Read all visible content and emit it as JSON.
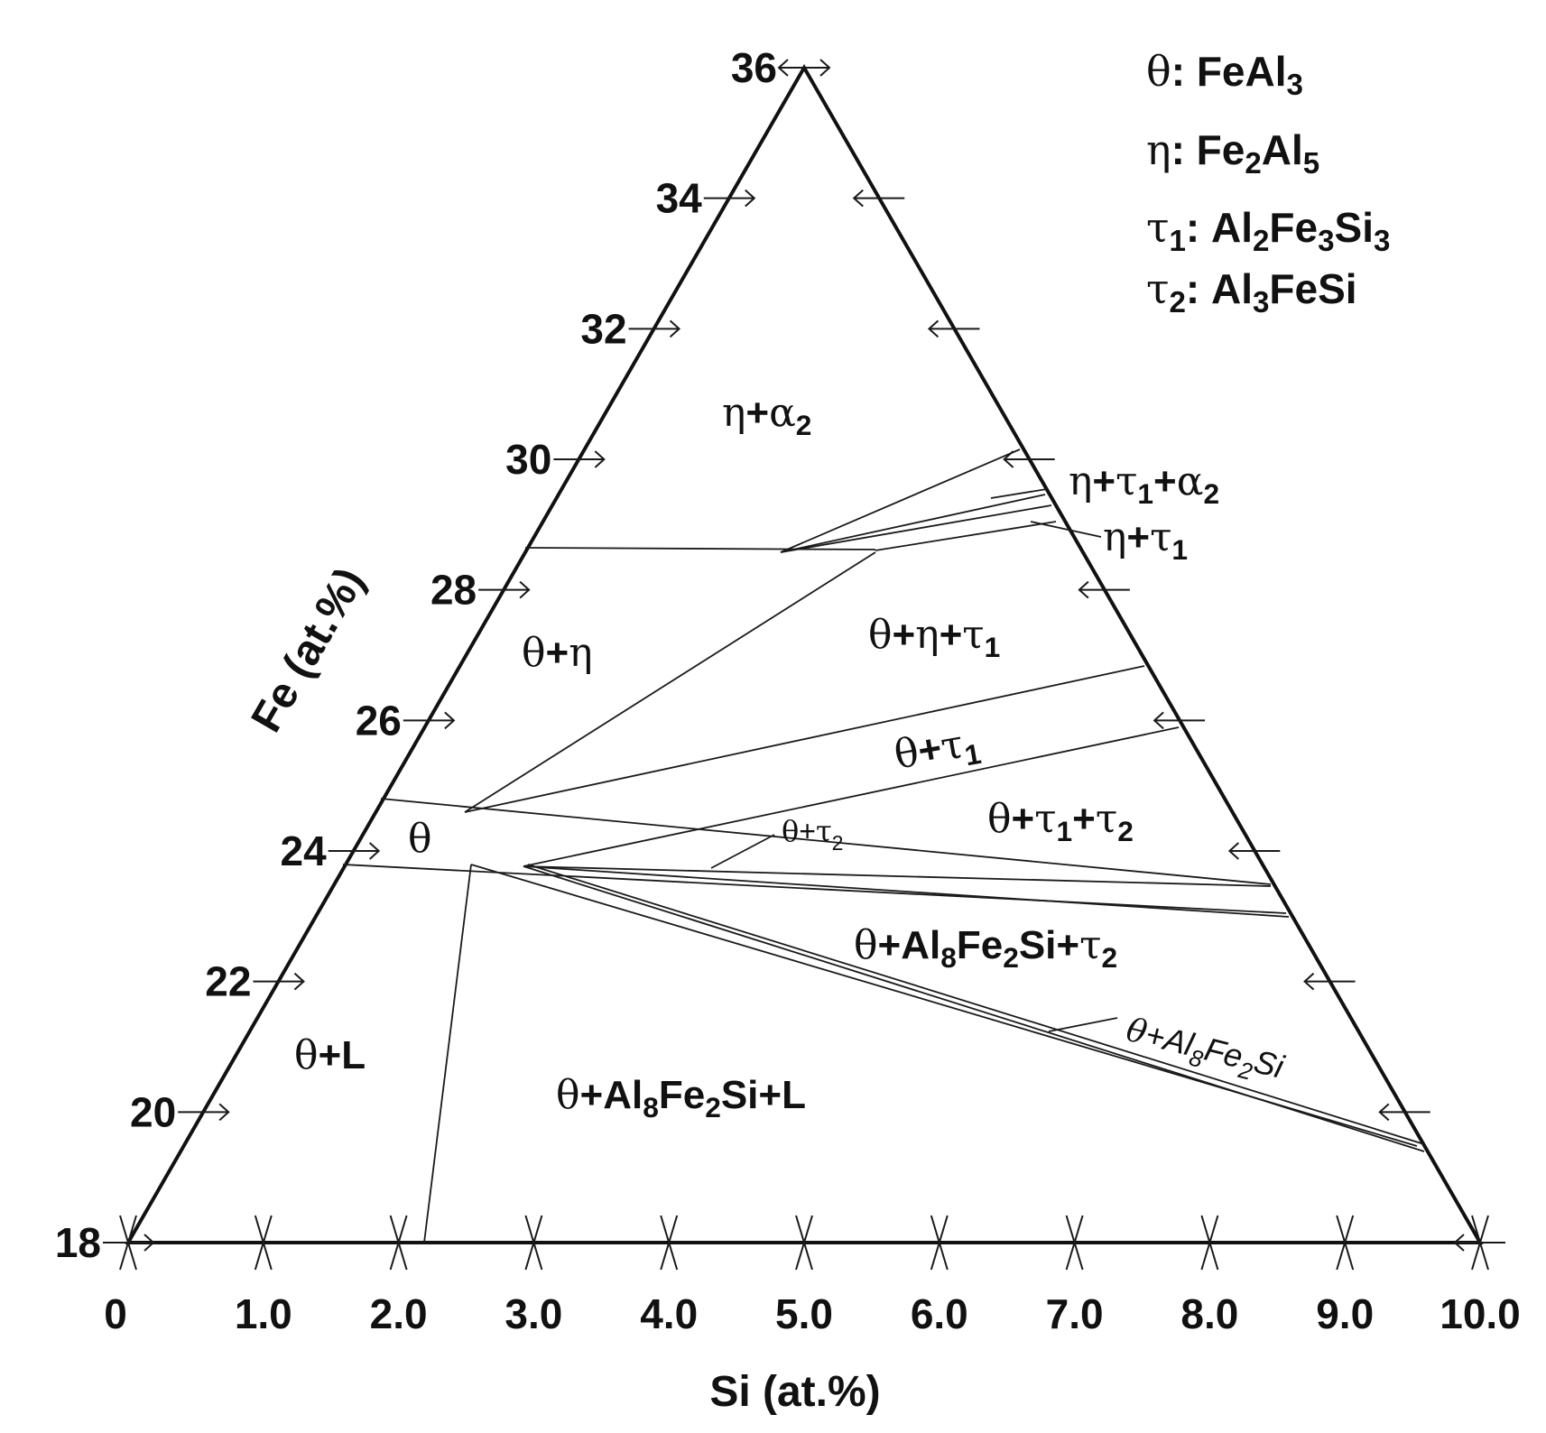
{
  "diagram": {
    "axes": {
      "bottom": {
        "title": "Si (at.%)",
        "ticks": [
          "0",
          "1.0",
          "2.0",
          "3.0",
          "4.0",
          "5.0",
          "6.0",
          "7.0",
          "8.0",
          "9.0",
          "10.0"
        ]
      },
      "left": {
        "title": "Fe (at.%)",
        "ticks": [
          "18",
          "20",
          "22",
          "24",
          "26",
          "28",
          "30",
          "32",
          "34",
          "36"
        ]
      }
    },
    "legend": [
      {
        "symbol": "θ",
        "sep": ": ",
        "parts": [
          [
            "FeAl",
            ""
          ],
          [
            "3",
            "sub"
          ]
        ]
      },
      {
        "symbol": "η",
        "sep": ": ",
        "parts": [
          [
            "Fe",
            ""
          ],
          [
            "2",
            "sub"
          ],
          [
            "Al",
            ""
          ],
          [
            "5",
            "sub"
          ]
        ]
      },
      {
        "symbol": "τ",
        "symsub": "1",
        "sep": ": ",
        "parts": [
          [
            "Al",
            ""
          ],
          [
            "2",
            "sub"
          ],
          [
            "Fe",
            ""
          ],
          [
            "3",
            "sub"
          ],
          [
            "Si",
            ""
          ],
          [
            "3",
            "sub"
          ]
        ]
      },
      {
        "symbol": "τ",
        "symsub": "2",
        "sep": ": ",
        "parts": [
          [
            "Al",
            ""
          ],
          [
            "3",
            "sub"
          ],
          [
            "FeSi",
            ""
          ]
        ]
      }
    ],
    "regions": [
      {
        "id": "eta-alpha2",
        "parts": [
          [
            "η",
            "g"
          ],
          [
            "+",
            ""
          ],
          [
            "α",
            "g"
          ],
          [
            "2",
            "sub"
          ]
        ]
      },
      {
        "id": "theta-eta",
        "parts": [
          [
            "θ",
            "g"
          ],
          [
            "+",
            ""
          ],
          [
            "η",
            "g"
          ]
        ]
      },
      {
        "id": "theta-eta-tau1",
        "parts": [
          [
            "θ",
            "g"
          ],
          [
            "+",
            ""
          ],
          [
            "η",
            "g"
          ],
          [
            "+",
            ""
          ],
          [
            "τ",
            "g"
          ],
          [
            "1",
            "sub"
          ]
        ]
      },
      {
        "id": "eta-tau1-alpha2",
        "parts": [
          [
            "η",
            "g"
          ],
          [
            "+",
            ""
          ],
          [
            "τ",
            "g"
          ],
          [
            "1",
            "sub"
          ],
          [
            "+",
            ""
          ],
          [
            "α",
            "g"
          ],
          [
            "2",
            "sub"
          ]
        ]
      },
      {
        "id": "eta-tau1",
        "parts": [
          [
            "η",
            "g"
          ],
          [
            "+",
            ""
          ],
          [
            "τ",
            "g"
          ],
          [
            "1",
            "sub"
          ]
        ]
      },
      {
        "id": "theta-tau1",
        "parts": [
          [
            "θ",
            "g"
          ],
          [
            "+",
            ""
          ],
          [
            "τ",
            "g"
          ],
          [
            "1",
            "sub"
          ]
        ]
      },
      {
        "id": "theta",
        "parts": [
          [
            "θ",
            "g"
          ]
        ]
      },
      {
        "id": "theta-tau2",
        "parts": [
          [
            "θ",
            "g"
          ],
          [
            "+",
            ""
          ],
          [
            "τ",
            "g"
          ],
          [
            "2",
            "sub"
          ]
        ]
      },
      {
        "id": "theta-tau1-tau2",
        "parts": [
          [
            "θ",
            "g"
          ],
          [
            "+",
            ""
          ],
          [
            "τ",
            "g"
          ],
          [
            "1",
            "sub"
          ],
          [
            "+",
            ""
          ],
          [
            "τ",
            "g"
          ],
          [
            "2",
            "sub"
          ]
        ]
      },
      {
        "id": "theta-al8fe2si-tau2",
        "parts": [
          [
            "θ",
            "g"
          ],
          [
            "+Al",
            ""
          ],
          [
            "8",
            "sub"
          ],
          [
            "Fe",
            ""
          ],
          [
            "2",
            "sub"
          ],
          [
            "Si+",
            ""
          ],
          [
            "τ",
            "g"
          ],
          [
            "2",
            "sub"
          ]
        ]
      },
      {
        "id": "theta-al8fe2si",
        "parts": [
          [
            "θ",
            "g"
          ],
          [
            "+Al",
            ""
          ],
          [
            "8",
            "sub"
          ],
          [
            "Fe",
            ""
          ],
          [
            "2",
            "sub"
          ],
          [
            "Si",
            ""
          ]
        ]
      },
      {
        "id": "theta-L",
        "parts": [
          [
            "θ",
            "g"
          ],
          [
            "+L",
            ""
          ]
        ]
      },
      {
        "id": "theta-al8fe2si-L",
        "parts": [
          [
            "θ",
            "g"
          ],
          [
            "+Al",
            ""
          ],
          [
            "8",
            "sub"
          ],
          [
            "Fe",
            ""
          ],
          [
            "2",
            "sub"
          ],
          [
            "Si+L",
            ""
          ]
        ]
      }
    ]
  }
}
